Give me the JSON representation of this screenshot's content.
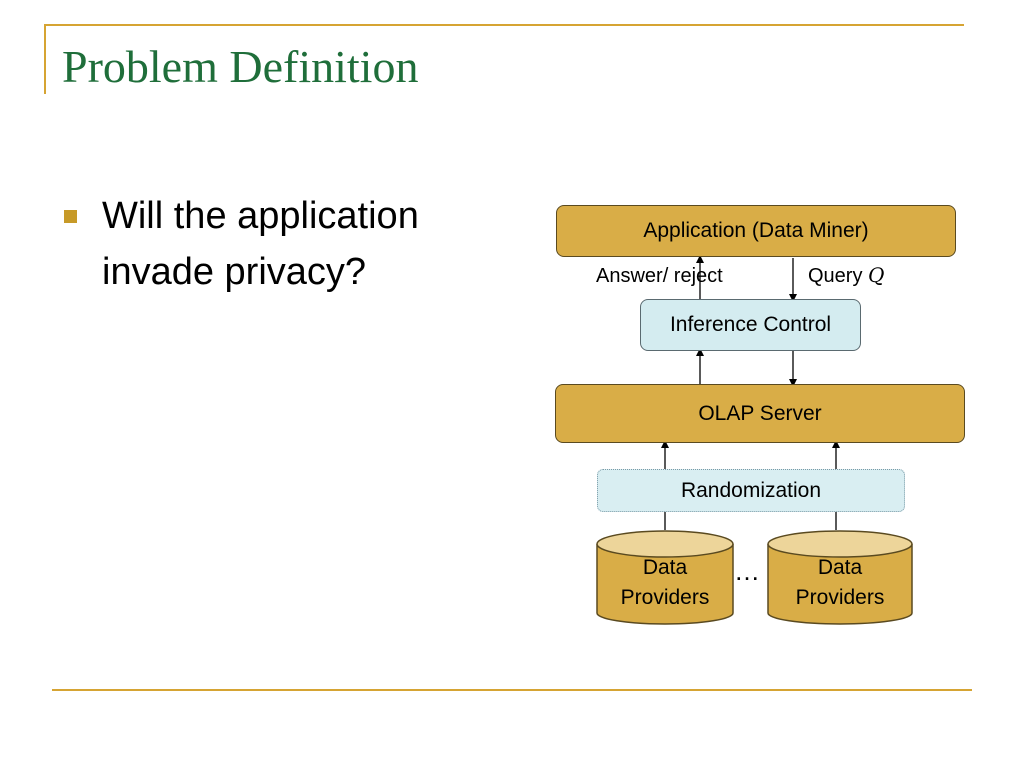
{
  "slide": {
    "title": "Problem Definition",
    "bullet_line1": "Will the application",
    "bullet_line2": "invade privacy?"
  },
  "diagram": {
    "application_label": "Application (Data Miner)",
    "answer_label": "Answer/ reject",
    "query_label": "Query",
    "query_symbol": "Q",
    "inference_label": "Inference Control",
    "olap_label": "OLAP Server",
    "randomization_label": "Randomization",
    "provider_left_line1": "Data",
    "provider_left_line2": "Providers",
    "provider_right_line1": "Data",
    "provider_right_line2": "Providers",
    "ellipsis": "…"
  },
  "colors": {
    "title_green": "#1f6e3a",
    "accent_gold": "#d6a433",
    "box_gold": "#d9ad47",
    "box_blue": "#d4ecf0"
  }
}
